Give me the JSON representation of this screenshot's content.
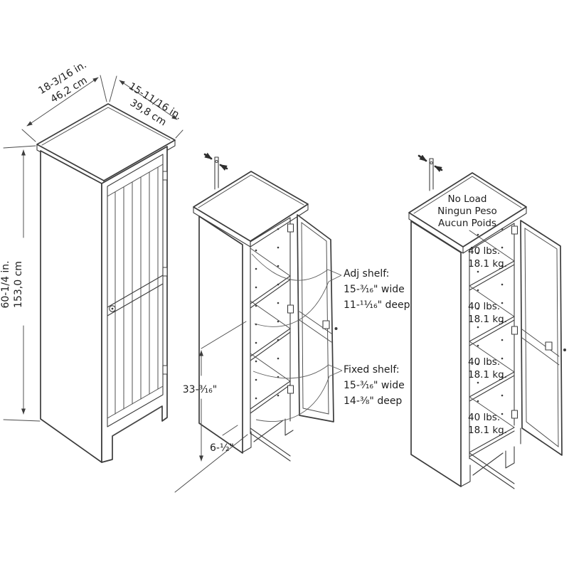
{
  "colors": {
    "line": "#3c3c3c",
    "text": "#1e1e1e",
    "background": "#ffffff"
  },
  "closed_view": {
    "width_in": "18-3/16 in.",
    "width_cm": "46,2 cm",
    "depth_in": "15-11/16 in.",
    "depth_cm": "39,8 cm",
    "height_in": "60-1/4 in.",
    "height_cm": "153,0 cm"
  },
  "open_view": {
    "adj_shelf": {
      "title": "Adj shelf:",
      "width": "15-³⁄₁₆\" wide",
      "depth": "11-¹¹⁄₁₆\" deep"
    },
    "fixed_shelf": {
      "title": "Fixed shelf:",
      "width": "15-³⁄₁₆\" wide",
      "depth": "14-³⁄₈\" deep"
    },
    "interior_height": "33-³⁄₁₆\"",
    "base_depth": "6-½\""
  },
  "load_view": {
    "top_load": [
      "No Load",
      "Ningun Peso",
      "Aucun Poids"
    ],
    "shelf_loads": [
      {
        "lbs": "40 lbs.",
        "kg": "18.1 kg."
      },
      {
        "lbs": "40 lbs.",
        "kg": "18.1 kg."
      },
      {
        "lbs": "40 lbs.",
        "kg": "18.1 kg."
      },
      {
        "lbs": "40 lbs.",
        "kg": "18.1 kg."
      }
    ]
  }
}
